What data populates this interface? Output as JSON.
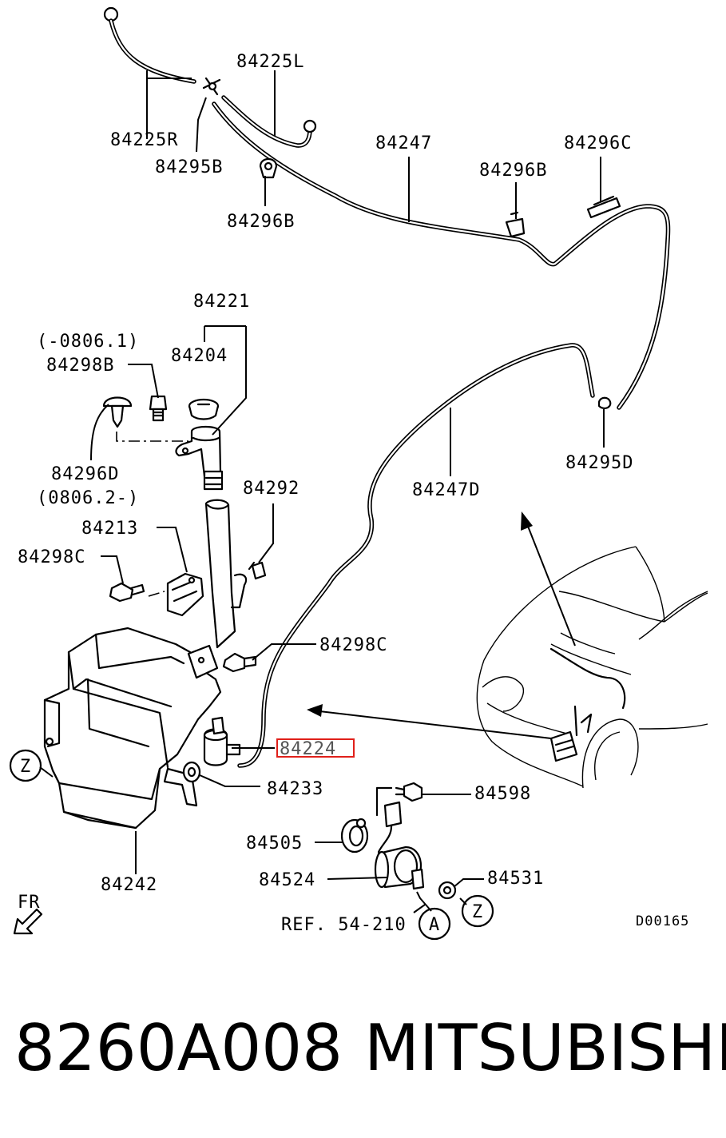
{
  "callouts": {
    "c84225L": "84225L",
    "c84225R": "84225R",
    "c84295B": "84295B",
    "c84296B_a": "84296B",
    "c84247": "84247",
    "c84296B_b": "84296B",
    "c84296C": "84296C",
    "c84221": "84221",
    "c0806_1": "(-0806.1)",
    "c84298B": "84298B",
    "c84204": "84204",
    "c84296D": "84296D",
    "c0806_2": "(0806.2-)",
    "c84292": "84292",
    "c84247D": "84247D",
    "c84295D": "84295D",
    "c84213": "84213",
    "c84298C_a": "84298C",
    "c84298C_b": "84298C",
    "c84224": "84224",
    "c84233": "84233",
    "c84598": "84598",
    "c84505": "84505",
    "c84524": "84524",
    "c84531": "84531",
    "c84242": "84242",
    "ref": "REF. 54-210",
    "fr": "FR",
    "drawing_code": "D00165"
  },
  "markers": {
    "z_left": "Z",
    "z_right": "Z",
    "a": "A"
  },
  "highlighted_callout": "84224",
  "highlight_color": "#e0201a",
  "footer": {
    "part_number": "8260A008",
    "brand": "MITSUBISHI"
  }
}
